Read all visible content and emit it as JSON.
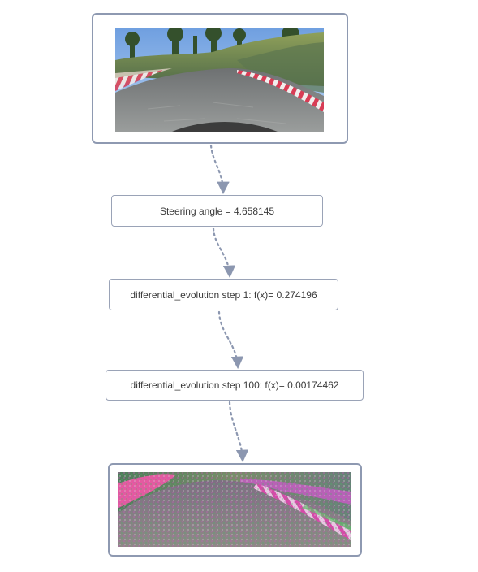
{
  "flow": {
    "input_image": {
      "content": "driving-simulator camera frame: grey road curving left with red-and-white kerbs, grassy hillside and trees, blue sky"
    },
    "steps": [
      {
        "label": "Steering angle = 4.658145"
      },
      {
        "label": "differential_evolution step 1: f(x)= 0.274196"
      },
      {
        "label": "differential_evolution step 100: f(x)= 0.00174462"
      }
    ],
    "output_image": {
      "content": "adversarially perturbed camera frame with magenta/green noise tint over the road scene"
    }
  },
  "colors": {
    "node_border": "#9aa3b7",
    "frame_border": "#8e99b1",
    "arrow": "#8c97b0",
    "text": "#3a3a3a"
  }
}
